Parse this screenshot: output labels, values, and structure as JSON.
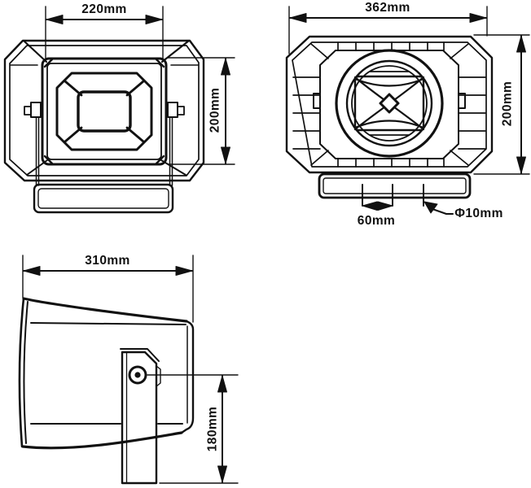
{
  "views": {
    "front": {
      "width": "220mm",
      "height": "200mm"
    },
    "back": {
      "width": "362mm",
      "height": "200mm",
      "slot_spacing": "60mm",
      "hole_diameter": "Φ10mm"
    },
    "side": {
      "depth": "310mm",
      "bracket_height": "180mm"
    }
  },
  "colors": {
    "line": "#111111",
    "background": "#ffffff"
  }
}
